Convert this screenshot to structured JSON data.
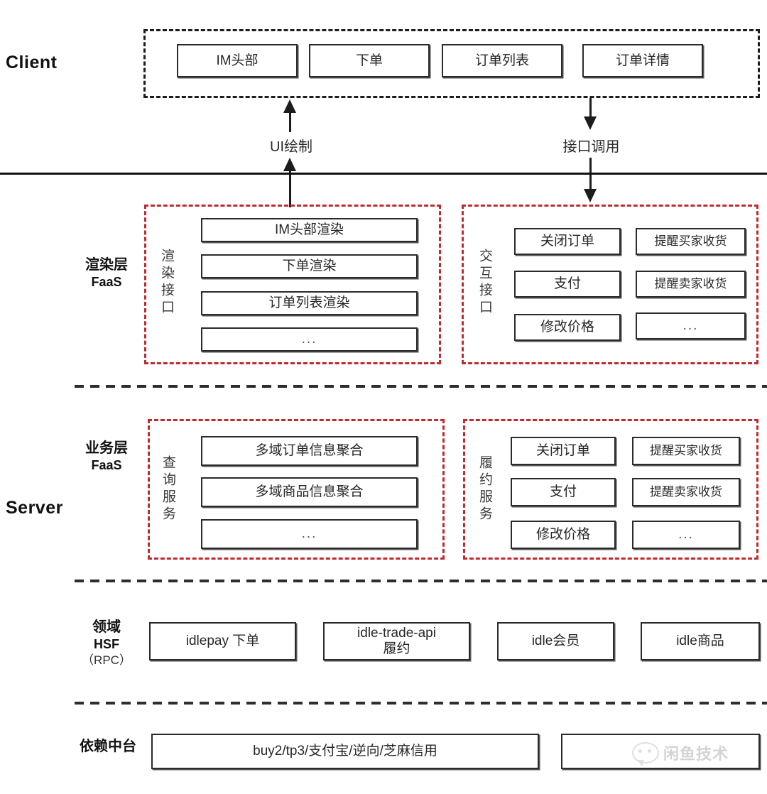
{
  "diagram": {
    "title_zones": {
      "client": "Client",
      "server": "Server"
    },
    "flows": [
      {
        "name": "ui-render",
        "label": "UI绘制",
        "direction": "up"
      },
      {
        "name": "api-call",
        "label": "接口调用",
        "direction": "down"
      }
    ],
    "client_layer": {
      "zone_label": "Client",
      "boxes": [
        "IM头部",
        "下单",
        "订单列表",
        "订单详情"
      ]
    },
    "render_layer": {
      "row_label": "渲染层",
      "row_sublabel": "FaaS",
      "groups": [
        {
          "name": "render-interface",
          "caption": "渲染接口",
          "columns": [
            [
              "IM头部渲染",
              "下单渲染",
              "订单列表渲染",
              "..."
            ]
          ]
        },
        {
          "name": "interaction-interface",
          "caption": "交互接口",
          "columns": [
            [
              "关闭订单",
              "支付",
              "修改价格"
            ],
            [
              "提醒买家收货",
              "提醒卖家收货",
              "..."
            ]
          ]
        }
      ]
    },
    "business_layer": {
      "row_label": "业务层",
      "row_sublabel": "FaaS",
      "groups": [
        {
          "name": "query-service",
          "caption": "查询服务",
          "columns": [
            [
              "多域订单信息聚合",
              "多域商品信息聚合",
              "..."
            ]
          ]
        },
        {
          "name": "fulfillment-service",
          "caption": "履约服务",
          "columns": [
            [
              "关闭订单",
              "支付",
              "修改价格"
            ],
            [
              "提醒买家收货",
              "提醒卖家收货",
              "..."
            ]
          ]
        }
      ]
    },
    "hsf_layer": {
      "row_label": "领域",
      "row_sublabel": "HSF",
      "row_paren": "（RPC）",
      "boxes": [
        "idlepay 下单",
        "idle-trade-api\n履约",
        "idle会员",
        "idle商品"
      ]
    },
    "platform_layer": {
      "row_label": "依赖中台",
      "boxes": [
        "buy2/tp3/支付宝/逆向/芝麻信用",
        ""
      ]
    },
    "watermark": {
      "text": "闲鱼技术",
      "icon": "wechat-bubble-icon"
    },
    "colors": {
      "group_border_red": "#c02a2f",
      "box_border": "#2b2b2b",
      "separator": "#1d1d1d",
      "text": "#262626"
    }
  }
}
